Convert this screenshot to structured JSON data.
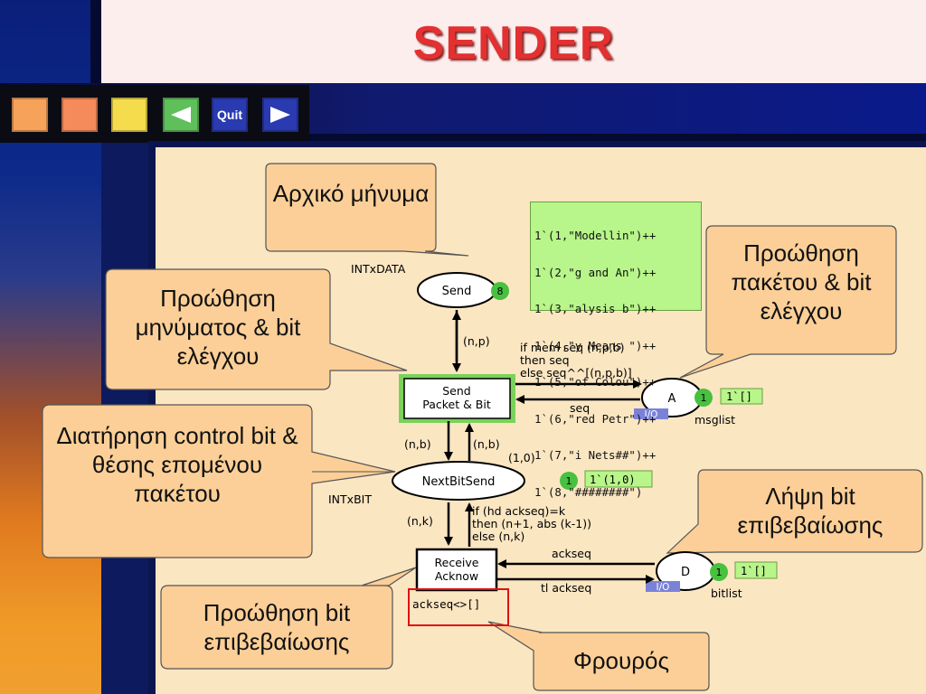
{
  "title": "SENDER",
  "nav": {
    "buttons": [
      {
        "name": "nav-button-1",
        "color": "#f7a25a"
      },
      {
        "name": "nav-button-2",
        "color": "#f58a5a"
      },
      {
        "name": "nav-button-3",
        "color": "#f4dc4c"
      }
    ],
    "prev_icon": "arrow-left-icon",
    "quit_label": "Quit",
    "next_icon": "arrow-right-icon",
    "colors": {
      "prev": "#5fbf5a",
      "quit": "#2a3ab0",
      "next": "#2a3ab0"
    }
  },
  "places": {
    "send": {
      "name": "Send",
      "type": "INTxDATA",
      "token_count": "8"
    },
    "a": {
      "name": "A",
      "type": "msglist",
      "token_count": "1",
      "marking": "1`[]",
      "io": "I/O"
    },
    "nextbitsend": {
      "name": "NextBitSend",
      "type": "INTxBIT",
      "token_count": "1",
      "marking": "1`(1,0)"
    },
    "d": {
      "name": "D",
      "type": "bitlist",
      "token_count": "1",
      "marking": "1`[]",
      "io": "I/O"
    }
  },
  "transitions": {
    "send_packet": {
      "line1": "Send",
      "line2": "Packet & Bit"
    },
    "receive_ack": {
      "line1": "Receive",
      "line2": "Acknow",
      "guard": "ackseq<>[]"
    }
  },
  "initial_marking": [
    "1`(1,\"Modellin\")++",
    "1`(2,\"g and An\")++",
    "1`(3,\"alysis b\")++",
    "1`(4,\"y Means \")++",
    "1`(5,\"of Colou\")++",
    "1`(6,\"red Petr\")++",
    "1`(7,\"i Nets##\")++",
    "1`(8,\"########\")"
  ],
  "arcs": {
    "send_to_t": "(n,p)",
    "t_to_a": [
      "if mem seq (n,p,b)",
      "then seq",
      "else seq^^[(n,p,b)]"
    ],
    "a_to_t": "seq",
    "t_to_nbs": "(n,b)",
    "nbs_to_t": "(n,b)",
    "nbs_init": "(1,0)",
    "nbs_to_r": "(n,k)",
    "r_to_nbs": [
      "if (hd ackseq)=k",
      "then (n+1, abs (k-1))",
      "else (n,k)"
    ],
    "d_to_r": "ackseq",
    "r_to_d": "tl ackseq"
  },
  "callouts": {
    "initial_message": "Αρχικό μήνυμα",
    "forward_packet": "Προώθηση πακέτου & bit ελέγχου",
    "forward_message": "Προώθηση μηνύματος & bit ελέγχου",
    "keep_control_bit": "Διατήρηση control bit & θέσης επομένου πακέτου",
    "receive_ack_bit": "Λήψη bit επιβεβαίωσης",
    "forward_ack_bit": "Προώθηση bit επιβεβαίωσης",
    "guard": "Φρουρός"
  },
  "colors": {
    "title": "#e33030",
    "callout_fill": "#fbcf97",
    "token_green": "#48c040",
    "marking_green": "#b8f58a",
    "guard_box": "#e01010",
    "io_tag": "#7a82d8"
  }
}
